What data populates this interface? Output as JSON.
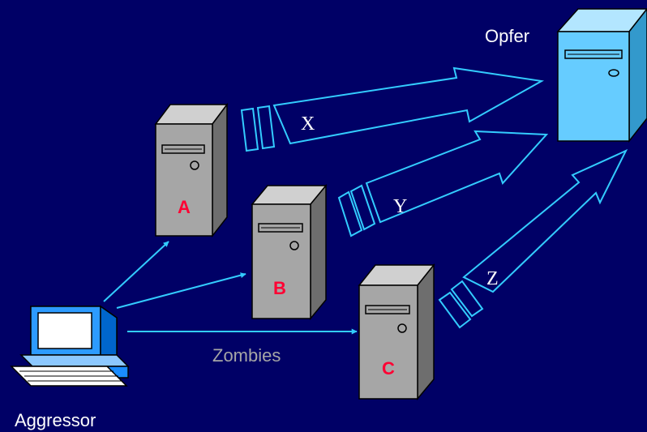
{
  "labels": {
    "victim": "Opfer",
    "attacker": "Aggressor",
    "zombies": "Zombies",
    "zombie_a": "A",
    "zombie_b": "B",
    "zombie_c": "C",
    "stream_x": "X",
    "stream_y": "Y",
    "stream_z": "Z"
  },
  "colors": {
    "background": "#000066",
    "arrow": "#33ccff",
    "server_gray": "#a6a6a6",
    "victim_blue": "#66ccff",
    "zombie_label": "#ff0033",
    "text_white": "#ffffff",
    "text_gray": "#a6a6a6",
    "monitor_blue": "#1a8cff"
  },
  "icons": {
    "victim": "server-tower-icon",
    "zombies": "server-tower-icon",
    "attacker": "desktop-computer-icon"
  }
}
